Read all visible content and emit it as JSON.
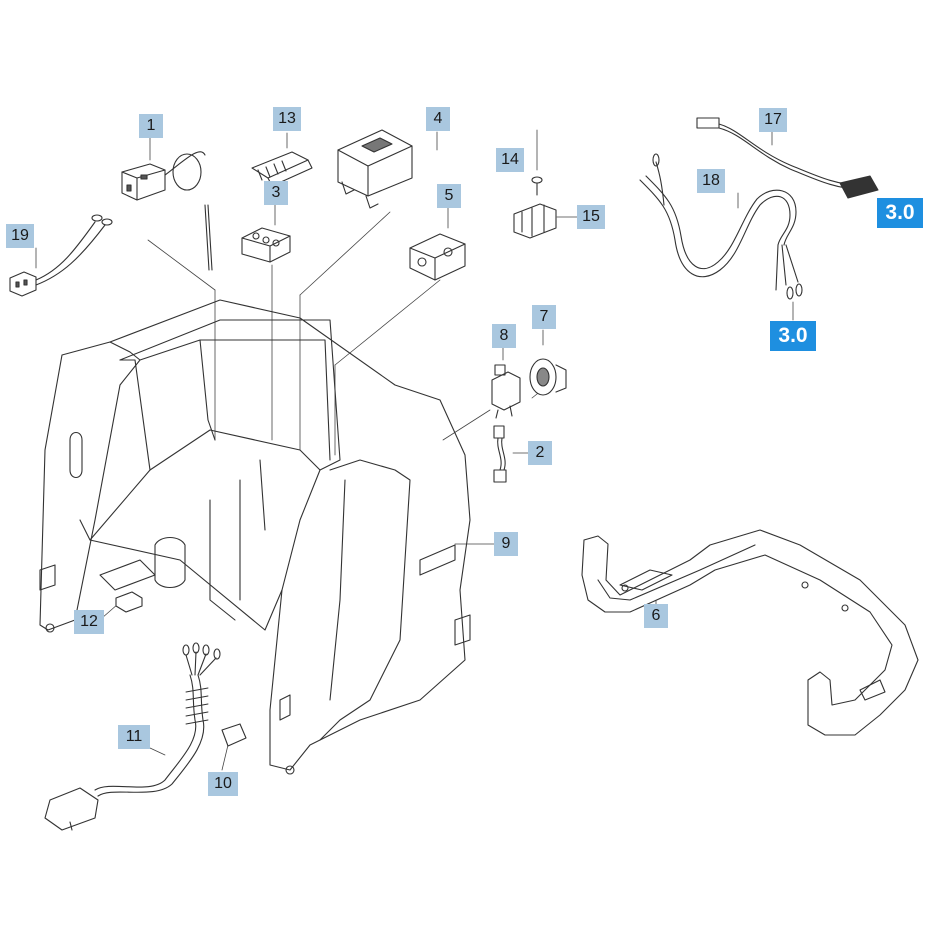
{
  "callouts": [
    {
      "id": "p1",
      "text": "1"
    },
    {
      "id": "p2",
      "text": "2"
    },
    {
      "id": "p3",
      "text": "3"
    },
    {
      "id": "p4",
      "text": "4"
    },
    {
      "id": "p5",
      "text": "5"
    },
    {
      "id": "p6",
      "text": "6"
    },
    {
      "id": "p7",
      "text": "7"
    },
    {
      "id": "p8",
      "text": "8"
    },
    {
      "id": "p9",
      "text": "9"
    },
    {
      "id": "p10",
      "text": "10"
    },
    {
      "id": "p11",
      "text": "11"
    },
    {
      "id": "p12",
      "text": "12"
    },
    {
      "id": "p13",
      "text": "13"
    },
    {
      "id": "p14",
      "text": "14"
    },
    {
      "id": "p15",
      "text": "15"
    },
    {
      "id": "p17",
      "text": "17"
    },
    {
      "id": "p18",
      "text": "18"
    },
    {
      "id": "p19",
      "text": "19"
    }
  ],
  "references": [
    {
      "id": "r1",
      "text": "3.0"
    },
    {
      "id": "r2",
      "text": "3.0"
    }
  ],
  "colors": {
    "callout_bg": "#a9c7df",
    "reference_bg": "#1e8fe0",
    "line": "#333333"
  }
}
